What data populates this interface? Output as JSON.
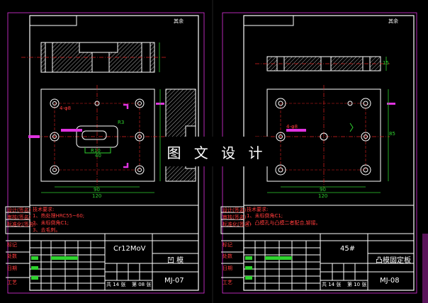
{
  "watermark": "图 文 设 计",
  "sheet_left": {
    "corner_tag": "其余",
    "tech_title": "技术要求:",
    "tech_items": [
      "1、热处理HRC55~60;",
      "2、未标倒角C1;",
      "3、去毛刺。"
    ],
    "material": "Cr12MoV",
    "part_name": "凹 模",
    "drawing_no": "MJ-07",
    "sheet_total": "共 14 张",
    "sheet_no": "第 08 张",
    "dim_width": "120",
    "dim_hole_pitch": "90",
    "dim_slot_a": "R10",
    "dim_slot_b": "40",
    "dim_hole_dia": "4-φ8",
    "dim_side": "R3",
    "left_title_rows": [
      "设计(签名)",
      "审核(签名)",
      "标准化(签名)"
    ],
    "left_row_labels": [
      "标记",
      "处数",
      "日期",
      "工艺"
    ]
  },
  "sheet_right": {
    "corner_tag": "其余",
    "tech_title": "技术要求:",
    "tech_items": [
      "1、未标倒角C1;",
      "2、凸模孔与凸模二者配合,铆接。"
    ],
    "material": "45#",
    "part_name": "凸模固定板",
    "drawing_no": "MJ-08",
    "sheet_total": "共 14 张",
    "sheet_no": "第 10 张",
    "dim_width": "120",
    "dim_hole_pitch": "90",
    "dim_height": "15",
    "dim_side": "85",
    "dim_hole_dia": "4-φ8",
    "left_title_rows": [
      "设计(签名)",
      "审核(签名)",
      "标准化(签名)"
    ],
    "left_row_labels": [
      "标记",
      "处数",
      "日期",
      "工艺"
    ]
  },
  "colors": {
    "background": "#000000",
    "frame": "#ffffff",
    "dimension": "#ff3b3b",
    "center_line": "#e02020",
    "hatch": "#ffffff",
    "marker_magenta": "#e033e0",
    "marker_green": "#2fd22f"
  }
}
